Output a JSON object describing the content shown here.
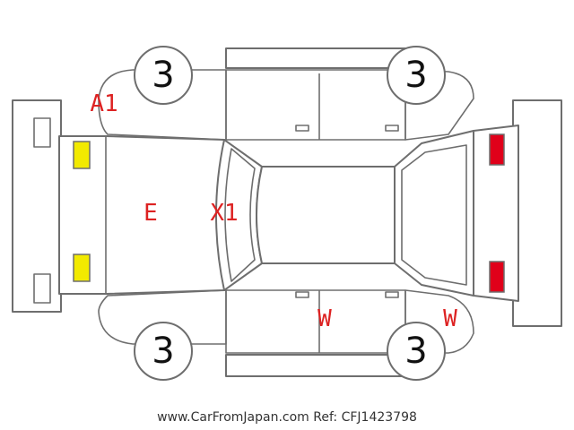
{
  "colors": {
    "outline": "#6e6e6e",
    "damage_text": "#dd2222",
    "front_lamp": "#f2ea00",
    "rear_lamp": "#e0001a"
  },
  "wheels": {
    "front_left": "3",
    "rear_left": "3",
    "front_right": "3",
    "rear_right": "3"
  },
  "damage_marks": {
    "a1": "A1",
    "e": "E",
    "x1": "X1",
    "w_right_door": "W",
    "w_rear_fender": "W"
  },
  "watermark": "www.CarFromJapan.com Ref: CFJ1423798"
}
